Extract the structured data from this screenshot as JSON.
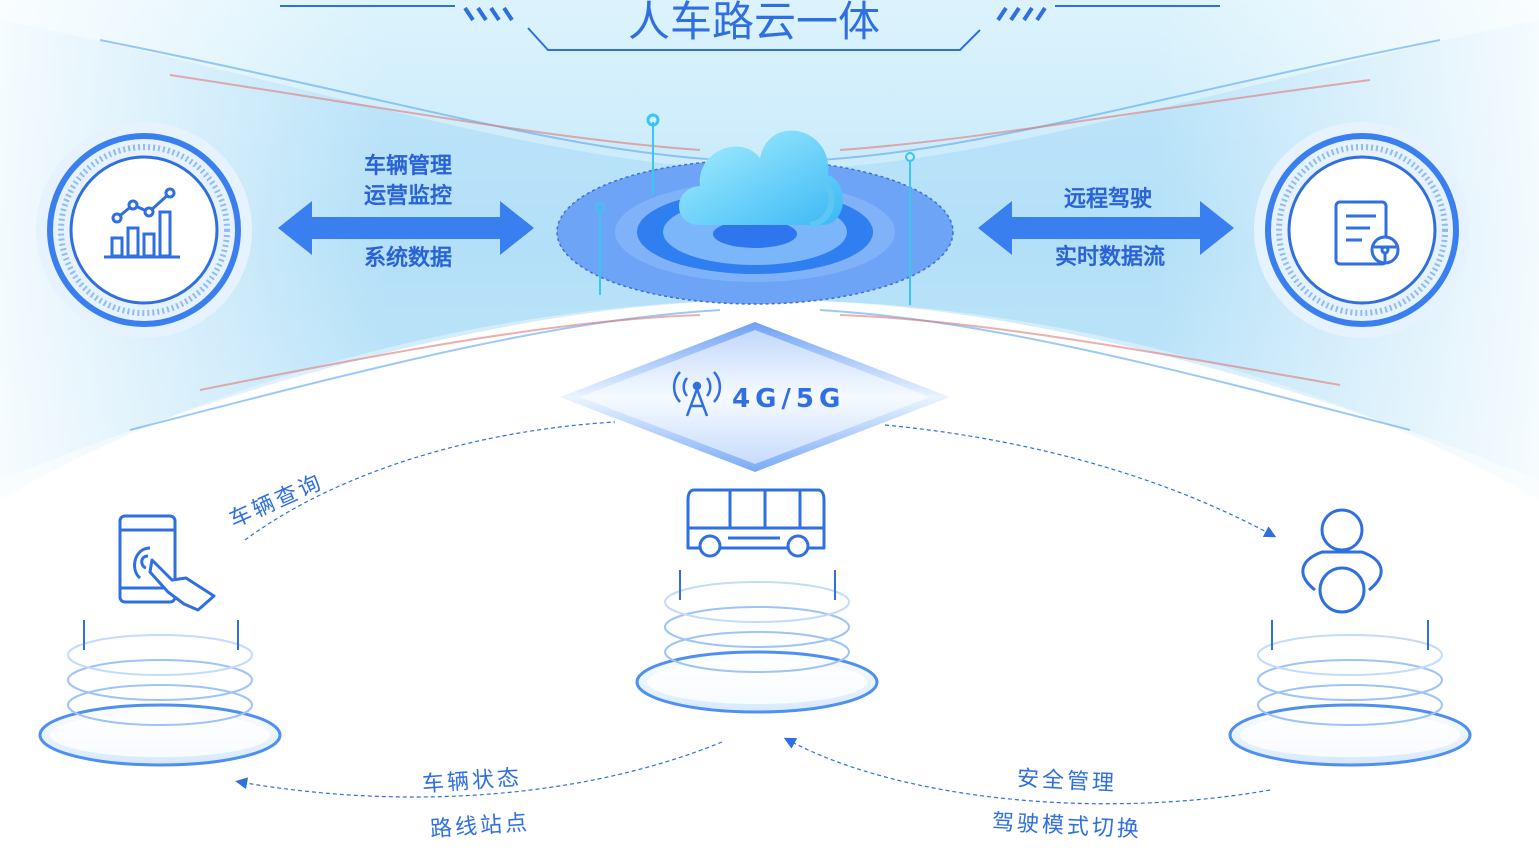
{
  "title": "人车路云一体",
  "left_arrow": {
    "label_top_1": "车辆管理",
    "label_top_2": "运营监控",
    "label_bottom": "系统数据"
  },
  "right_arrow": {
    "label_top": "远程驾驶",
    "label_bottom": "实时数据流"
  },
  "network": {
    "label": "4G/5G",
    "icon": "antenna-icon"
  },
  "flows": {
    "phone_to_top": "车辆查询",
    "bus_to_phone_1": "车辆状态",
    "bus_to_phone_2": "路线站点",
    "driver_to_bus_1": "安全管理",
    "driver_to_bus_2": "驾驶模式切换"
  },
  "icons": {
    "left_circle": "chart-icon",
    "right_circle": "driving-checklist-icon",
    "center": "cloud-icon",
    "left_platform": "phone-tap-icon",
    "center_platform": "bus-icon",
    "right_platform": "driver-icon"
  },
  "colors": {
    "primary": "#2f6fe0",
    "light": "#bfe6fb",
    "accent_red": "#e07a7a"
  }
}
